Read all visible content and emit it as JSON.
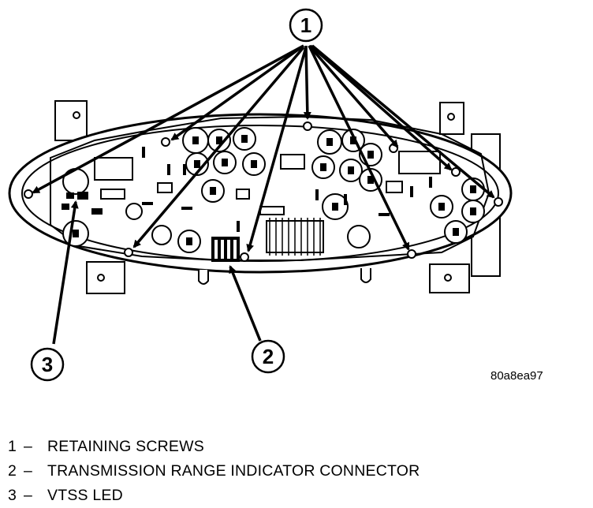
{
  "callouts": [
    {
      "number": "1"
    },
    {
      "number": "2"
    },
    {
      "number": "3"
    }
  ],
  "figure_code": "80a8ea97",
  "legend": [
    {
      "number": "1",
      "separator": "–",
      "label": "RETAINING SCREWS"
    },
    {
      "number": "2",
      "separator": "–",
      "label": "TRANSMISSION RANGE INDICATOR CONNECTOR"
    },
    {
      "number": "3",
      "separator": "–",
      "label": "VTSS LED"
    }
  ]
}
